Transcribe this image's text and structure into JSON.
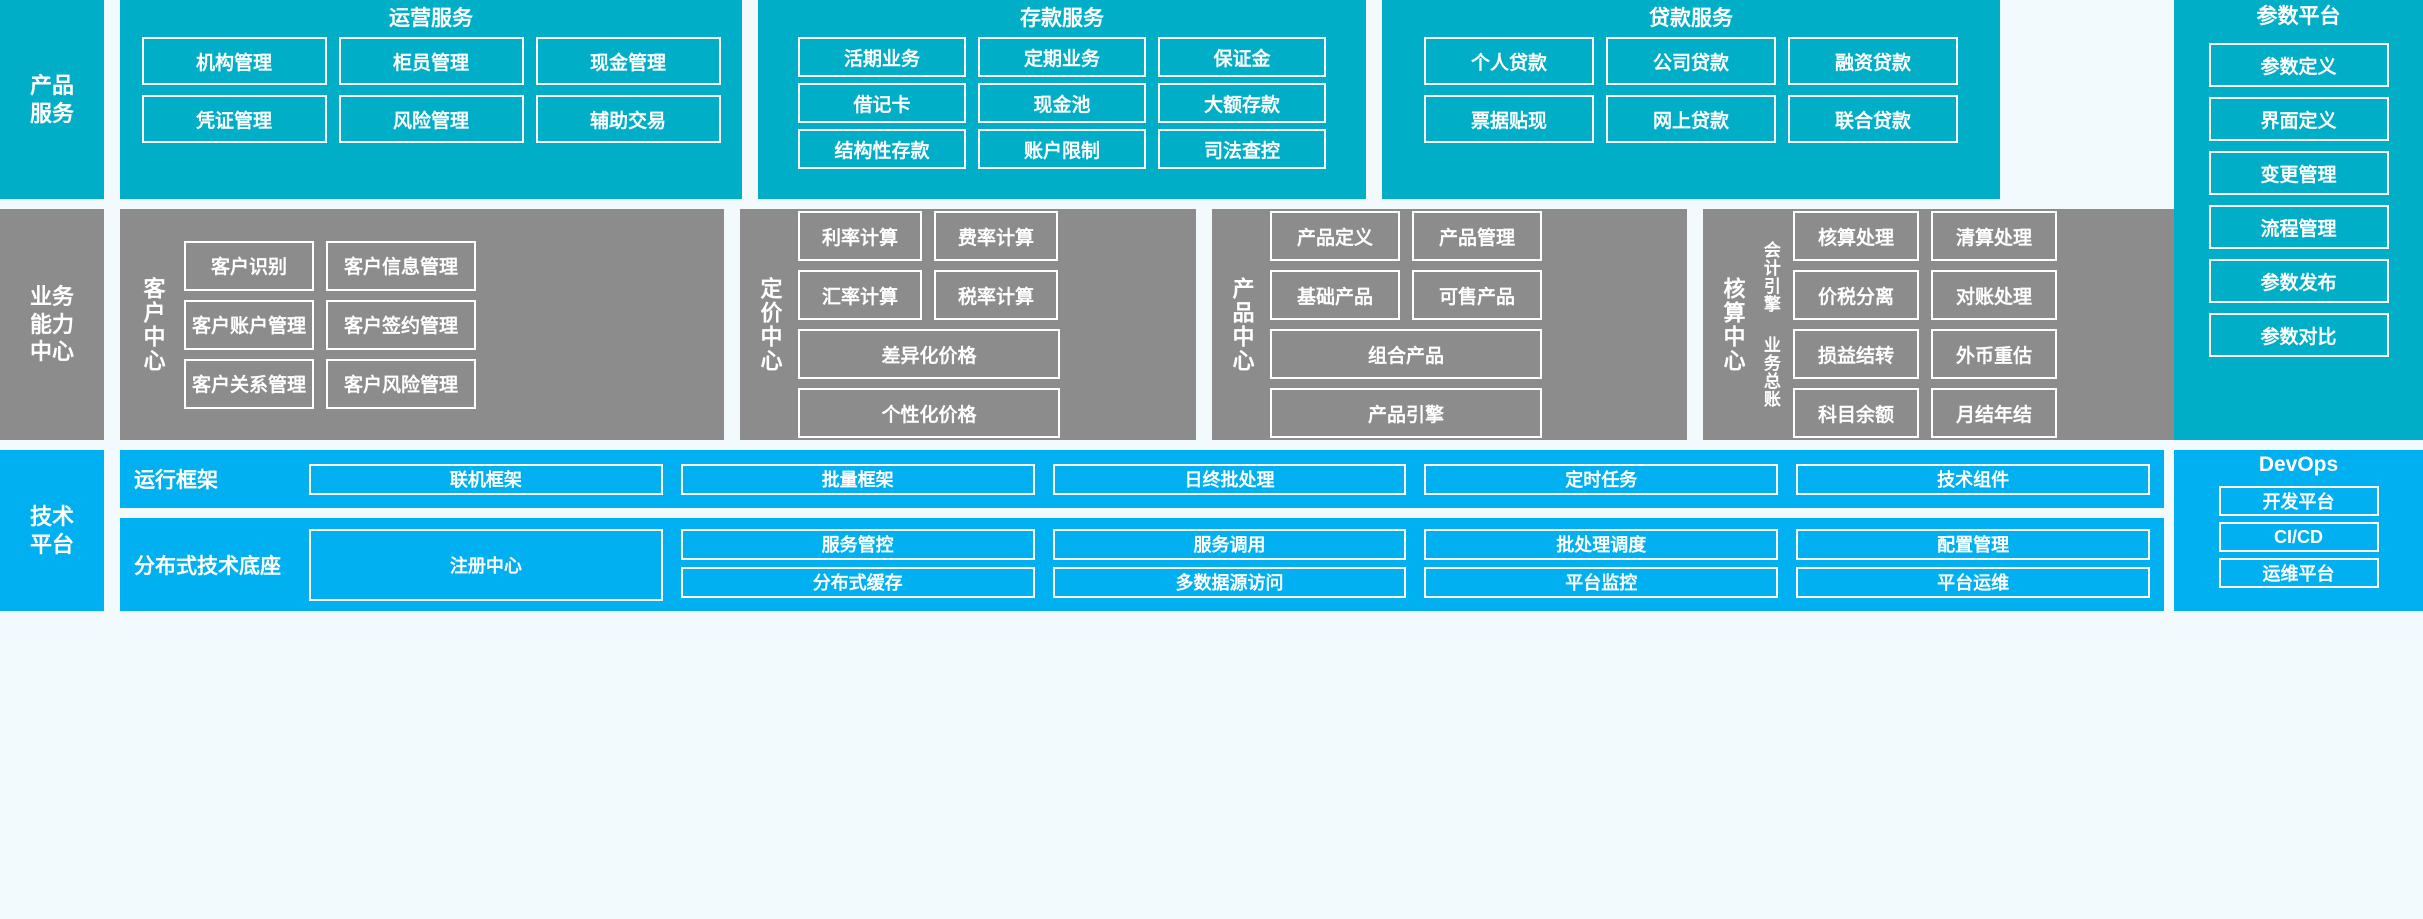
{
  "colors": {
    "teal": "#00aec7",
    "gray": "#8c8c8c",
    "blue": "#00b0f0",
    "background": "#f3fafd",
    "outline": "#ffffff"
  },
  "bands": {
    "product_services": {
      "rail_label": "产品\n服务",
      "groups": [
        {
          "title": "运营服务",
          "rows": [
            [
              "机构管理",
              "柜员管理",
              "现金管理"
            ],
            [
              "凭证管理",
              "风险管理",
              "辅助交易"
            ]
          ]
        },
        {
          "title": "存款服务",
          "rows": [
            [
              "活期业务",
              "定期业务",
              "保证金"
            ],
            [
              "借记卡",
              "现金池",
              "大额存款"
            ],
            [
              "结构性存款",
              "账户限制",
              "司法查控"
            ]
          ]
        },
        {
          "title": "贷款服务",
          "rows": [
            [
              "个人贷款",
              "公司贷款",
              "融资贷款"
            ],
            [
              "票据贴现",
              "网上贷款",
              "联合贷款"
            ]
          ]
        }
      ]
    },
    "business_capability": {
      "rail_label": "业务\n能力\n中心",
      "groups": [
        {
          "vlabel": "客户中心",
          "rows": [
            [
              "客户识别",
              "客户信息管理"
            ],
            [
              "客户账户管理",
              "客户签约管理"
            ],
            [
              "客户关系管理",
              "客户风险管理"
            ]
          ]
        },
        {
          "vlabel": "定价中心",
          "rows": [
            [
              "利率计算",
              "费率计算"
            ],
            [
              "汇率计算",
              "税率计算"
            ],
            [
              "差异化价格"
            ],
            [
              "个性化价格"
            ]
          ]
        },
        {
          "vlabel": "产品中心",
          "rows": [
            [
              "产品定义",
              "产品管理"
            ],
            [
              "基础产品",
              "可售产品"
            ],
            [
              "组合产品"
            ],
            [
              "产品引擎"
            ]
          ]
        },
        {
          "vlabel": "核算中心",
          "sub_labels": [
            "会计引擎",
            "业务总账"
          ],
          "rows": [
            [
              "核算处理",
              "清算处理"
            ],
            [
              "价税分离",
              "对账处理"
            ],
            [
              "损益结转",
              "外币重估"
            ],
            [
              "科目余额",
              "月结年结"
            ]
          ]
        }
      ]
    },
    "technical_platform": {
      "rail_label": "技术\n平台",
      "bars": [
        {
          "name": "运行框架",
          "columns": [
            [
              "联机框架"
            ],
            [
              "批量框架"
            ],
            [
              "日终批处理"
            ],
            [
              "定时任务"
            ],
            [
              "技术组件"
            ]
          ]
        },
        {
          "name": "分布式技术底座",
          "columns": [
            [
              "注册中心"
            ],
            [
              "服务管控",
              "分布式缓存"
            ],
            [
              "服务调用",
              "多数据源访问"
            ],
            [
              "批处理调度",
              "平台监控"
            ],
            [
              "配置管理",
              "平台运维"
            ]
          ]
        }
      ]
    }
  },
  "right_column": {
    "parameter_platform": {
      "title": "参数平台",
      "items": [
        "参数定义",
        "界面定义",
        "变更管理",
        "流程管理",
        "参数发布",
        "参数对比"
      ]
    },
    "devops": {
      "title": "DevOps",
      "items": [
        "开发平台",
        "CI/CD",
        "运维平台"
      ]
    }
  }
}
